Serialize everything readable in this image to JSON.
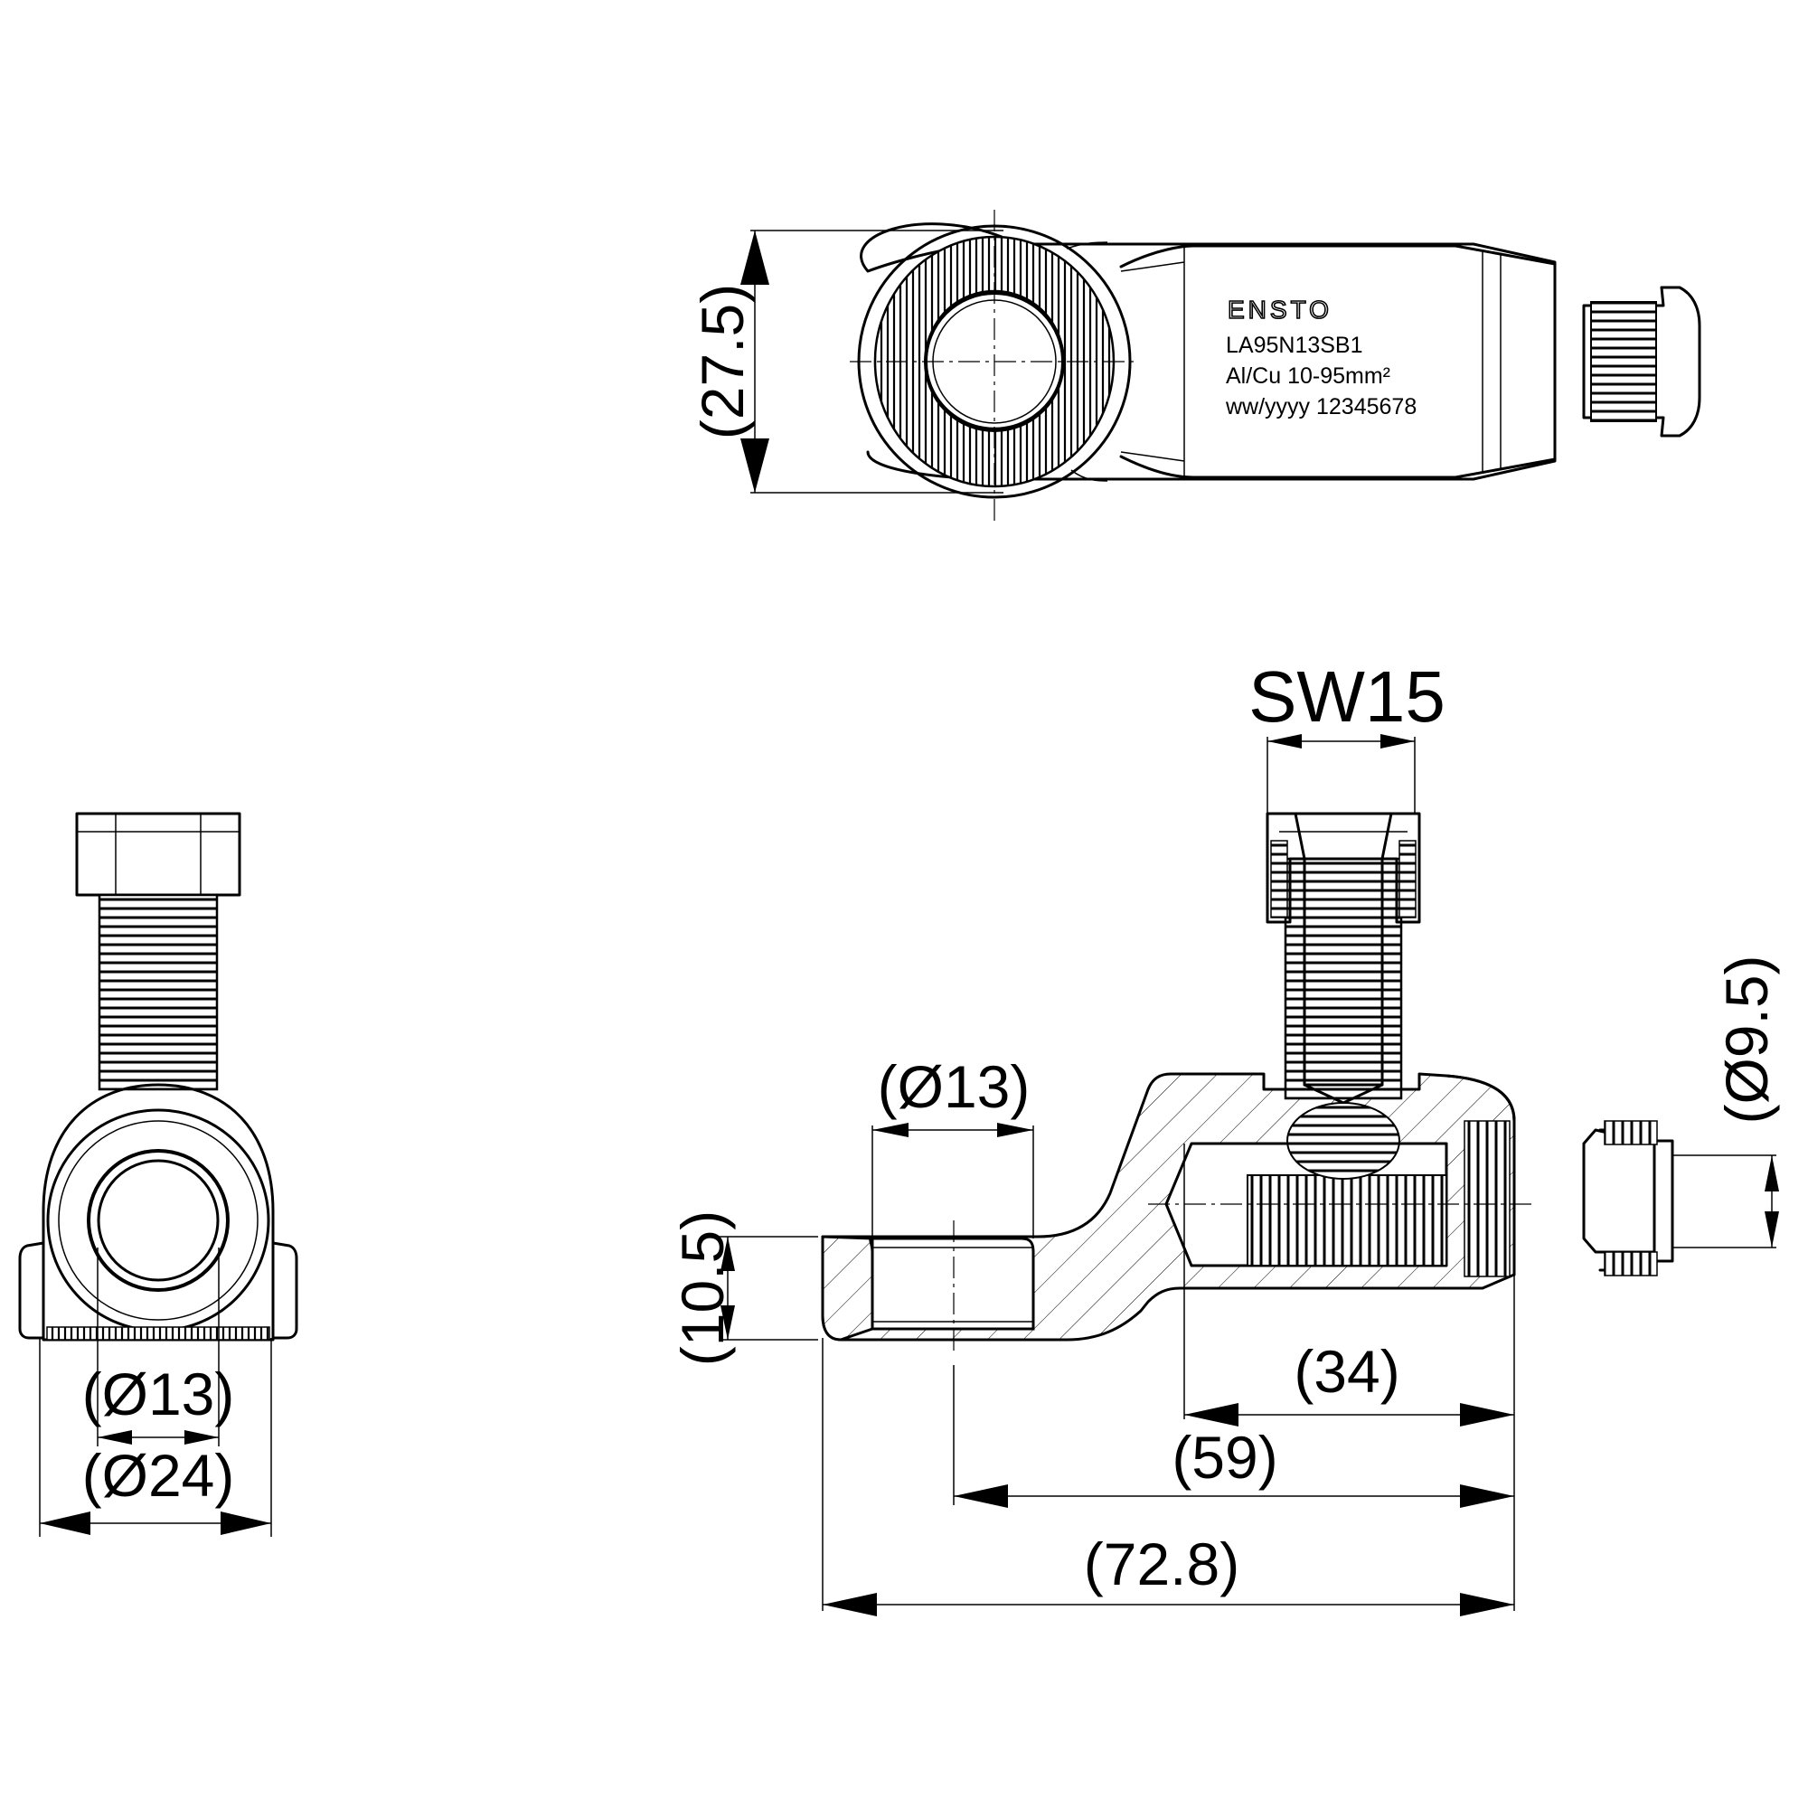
{
  "top_view": {
    "dim_height": "(27.5)",
    "marking": {
      "brand": "ENSTO",
      "model": "LA95N13SB1",
      "range": "Al/Cu 10-95mm²",
      "code": "ww/yyyy 12345678"
    }
  },
  "end_view": {
    "dim_bore": "(Ø13)",
    "dim_body": "(Ø24)"
  },
  "side_view": {
    "dim_wrench": "SW15",
    "dim_palm_hole": "(Ø13)",
    "dim_palm_thickness": "(10.5)",
    "dim_plug": "(Ø9.5)",
    "dim_barrel": "(34)",
    "dim_hole_to_end": "(59)",
    "dim_overall": "(72.8)"
  }
}
